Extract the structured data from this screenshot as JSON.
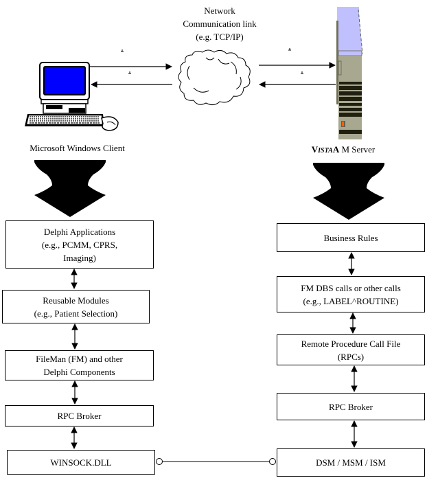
{
  "network": {
    "title": "Network\nCommunication link\n(e.g. TCP/IP)"
  },
  "client": {
    "label": "Microsoft Windows Client",
    "screen_color": "#0000ff"
  },
  "server": {
    "label_prefix": "V",
    "label_small": "ISTA",
    "label_suffix": " M Server",
    "top_color": "#c0c0ff",
    "body_color": "#a8a890",
    "accent_color": "#ff6000"
  },
  "client_stack": [
    {
      "label": "Delphi Applications\n(e.g., PCMM, CPRS,\nImaging)"
    },
    {
      "label": "Reusable Modules\n(e.g., Patient Selection)"
    },
    {
      "label": "FileMan (FM) and other\nDelphi Components"
    },
    {
      "label": "RPC Broker"
    },
    {
      "label": "WINSOCK.DLL"
    }
  ],
  "server_stack": [
    {
      "label": "Business Rules"
    },
    {
      "label": "FM DBS calls or other calls\n(e.g., LABEL^ROUTINE)"
    },
    {
      "label": "Remote Procedure Call File\n(RPCs)"
    },
    {
      "label": "RPC Broker"
    },
    {
      "label": "DSM / MSM / ISM"
    }
  ]
}
